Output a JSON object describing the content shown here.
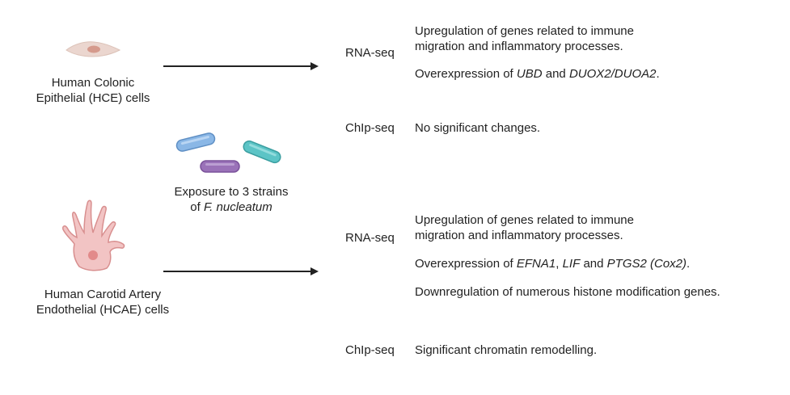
{
  "hce": {
    "cell_label_line1": "Human Colonic",
    "cell_label_line2": "Epithelial (HCE) cells",
    "rna_label": "RNA-seq",
    "rna_line1": "Upregulation of genes related to immune",
    "rna_line2": "migration and inflammatory processes.",
    "overexp_prefix": "Overexpression of ",
    "overexp_gene1": "UBD",
    "overexp_and": " and ",
    "overexp_gene2": "DUOX2/DUOA2",
    "overexp_end": ".",
    "chip_label": "ChIp-seq",
    "chip_text": "No significant changes."
  },
  "exposure": {
    "line1": "Exposure to 3 strains",
    "line2_prefix": "of ",
    "line2_species": "F. nucleatum"
  },
  "hcae": {
    "cell_label_line1": "Human Carotid Artery",
    "cell_label_line2": "Endothelial (HCAE) cells",
    "rna_label": "RNA-seq",
    "rna_line1": "Upregulation of genes related to immune",
    "rna_line2": "migration and inflammatory processes.",
    "overexp_prefix": "Overexpression of ",
    "overexp_gene1": "EFNA1",
    "overexp_sep": ", ",
    "overexp_gene2": "LIF",
    "overexp_and": " and ",
    "overexp_gene3": "PTGS2 (Cox2)",
    "overexp_end": ".",
    "downreg_text": "Downregulation of numerous histone modification genes.",
    "chip_label": "ChIp-seq",
    "chip_text": "Significant chromatin remodelling."
  },
  "colors": {
    "cell_body": "#ebd6cf",
    "cell_nucleus": "#d59a8c",
    "endo_body": "#f2c4c4",
    "endo_outline": "#d88f8f",
    "endo_nucleus": "#e28a8a",
    "bacterium_blue": "#8ab7e6",
    "bacterium_teal": "#5cc4c6",
    "bacterium_purple": "#9a72b8",
    "arrow": "#222222"
  }
}
